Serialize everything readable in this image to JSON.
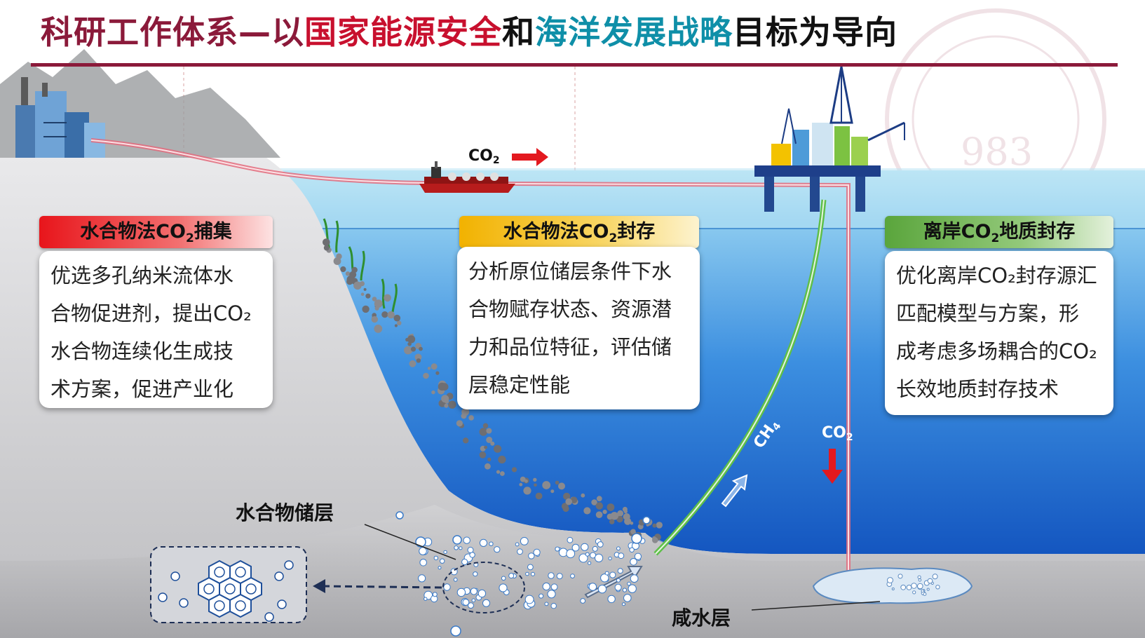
{
  "title": {
    "part1": "科研工作体系—以",
    "part2": "国家能源安全",
    "part3": "和",
    "part4": "海洋发展战略",
    "part5": "目标为导向"
  },
  "cards": [
    {
      "head": {
        "prefix": "水合物法CO",
        "sub": "2",
        "suffix": "捕集"
      },
      "lines": [
        "优选多孔纳米流体水",
        "合物促进剂，提出CO₂",
        "水合物连续化生成技",
        "术方案，促进产业化"
      ]
    },
    {
      "head": {
        "prefix": "水合物法CO",
        "sub": "2",
        "suffix": "封存"
      },
      "lines": [
        "分析原位储层条件下水",
        "合物赋存状态、资源潜",
        "力和品位特征，评估储",
        "层稳定性能"
      ]
    },
    {
      "head": {
        "prefix": "离岸CO",
        "sub": "2",
        "suffix": "地质封存"
      },
      "lines": [
        "优化离岸CO₂封存源汇",
        "匹配模型与方案，形",
        "成考虑多场耦合的CO₂",
        "长效地质封存技术"
      ]
    }
  ],
  "labels": {
    "hydrate_layer": "水合物储层",
    "saline_layer": "咸水层",
    "ship_co2": {
      "text": "CO",
      "sub": "2"
    },
    "well_co2": {
      "text": "CO",
      "sub": "2"
    },
    "ch4": {
      "text": "CH",
      "sub": "4"
    }
  },
  "colors": {
    "title_dark": "#8b1a3a",
    "title_red": "#c8102e",
    "title_teal": "#0f8fa8",
    "head1": "#e8151b",
    "head2": "#f2b200",
    "head3": "#5aa53c",
    "sea_top": "#a8dcf0",
    "sea_deep": "#1f6fd0"
  },
  "icons": {
    "factory": "factory-icon",
    "ship": "tanker-ship-icon",
    "platform": "offshore-rig-icon",
    "arrow_right": "arrow-right-icon",
    "arrow_down": "arrow-down-icon",
    "arrow_up": "arrow-up-icon"
  }
}
